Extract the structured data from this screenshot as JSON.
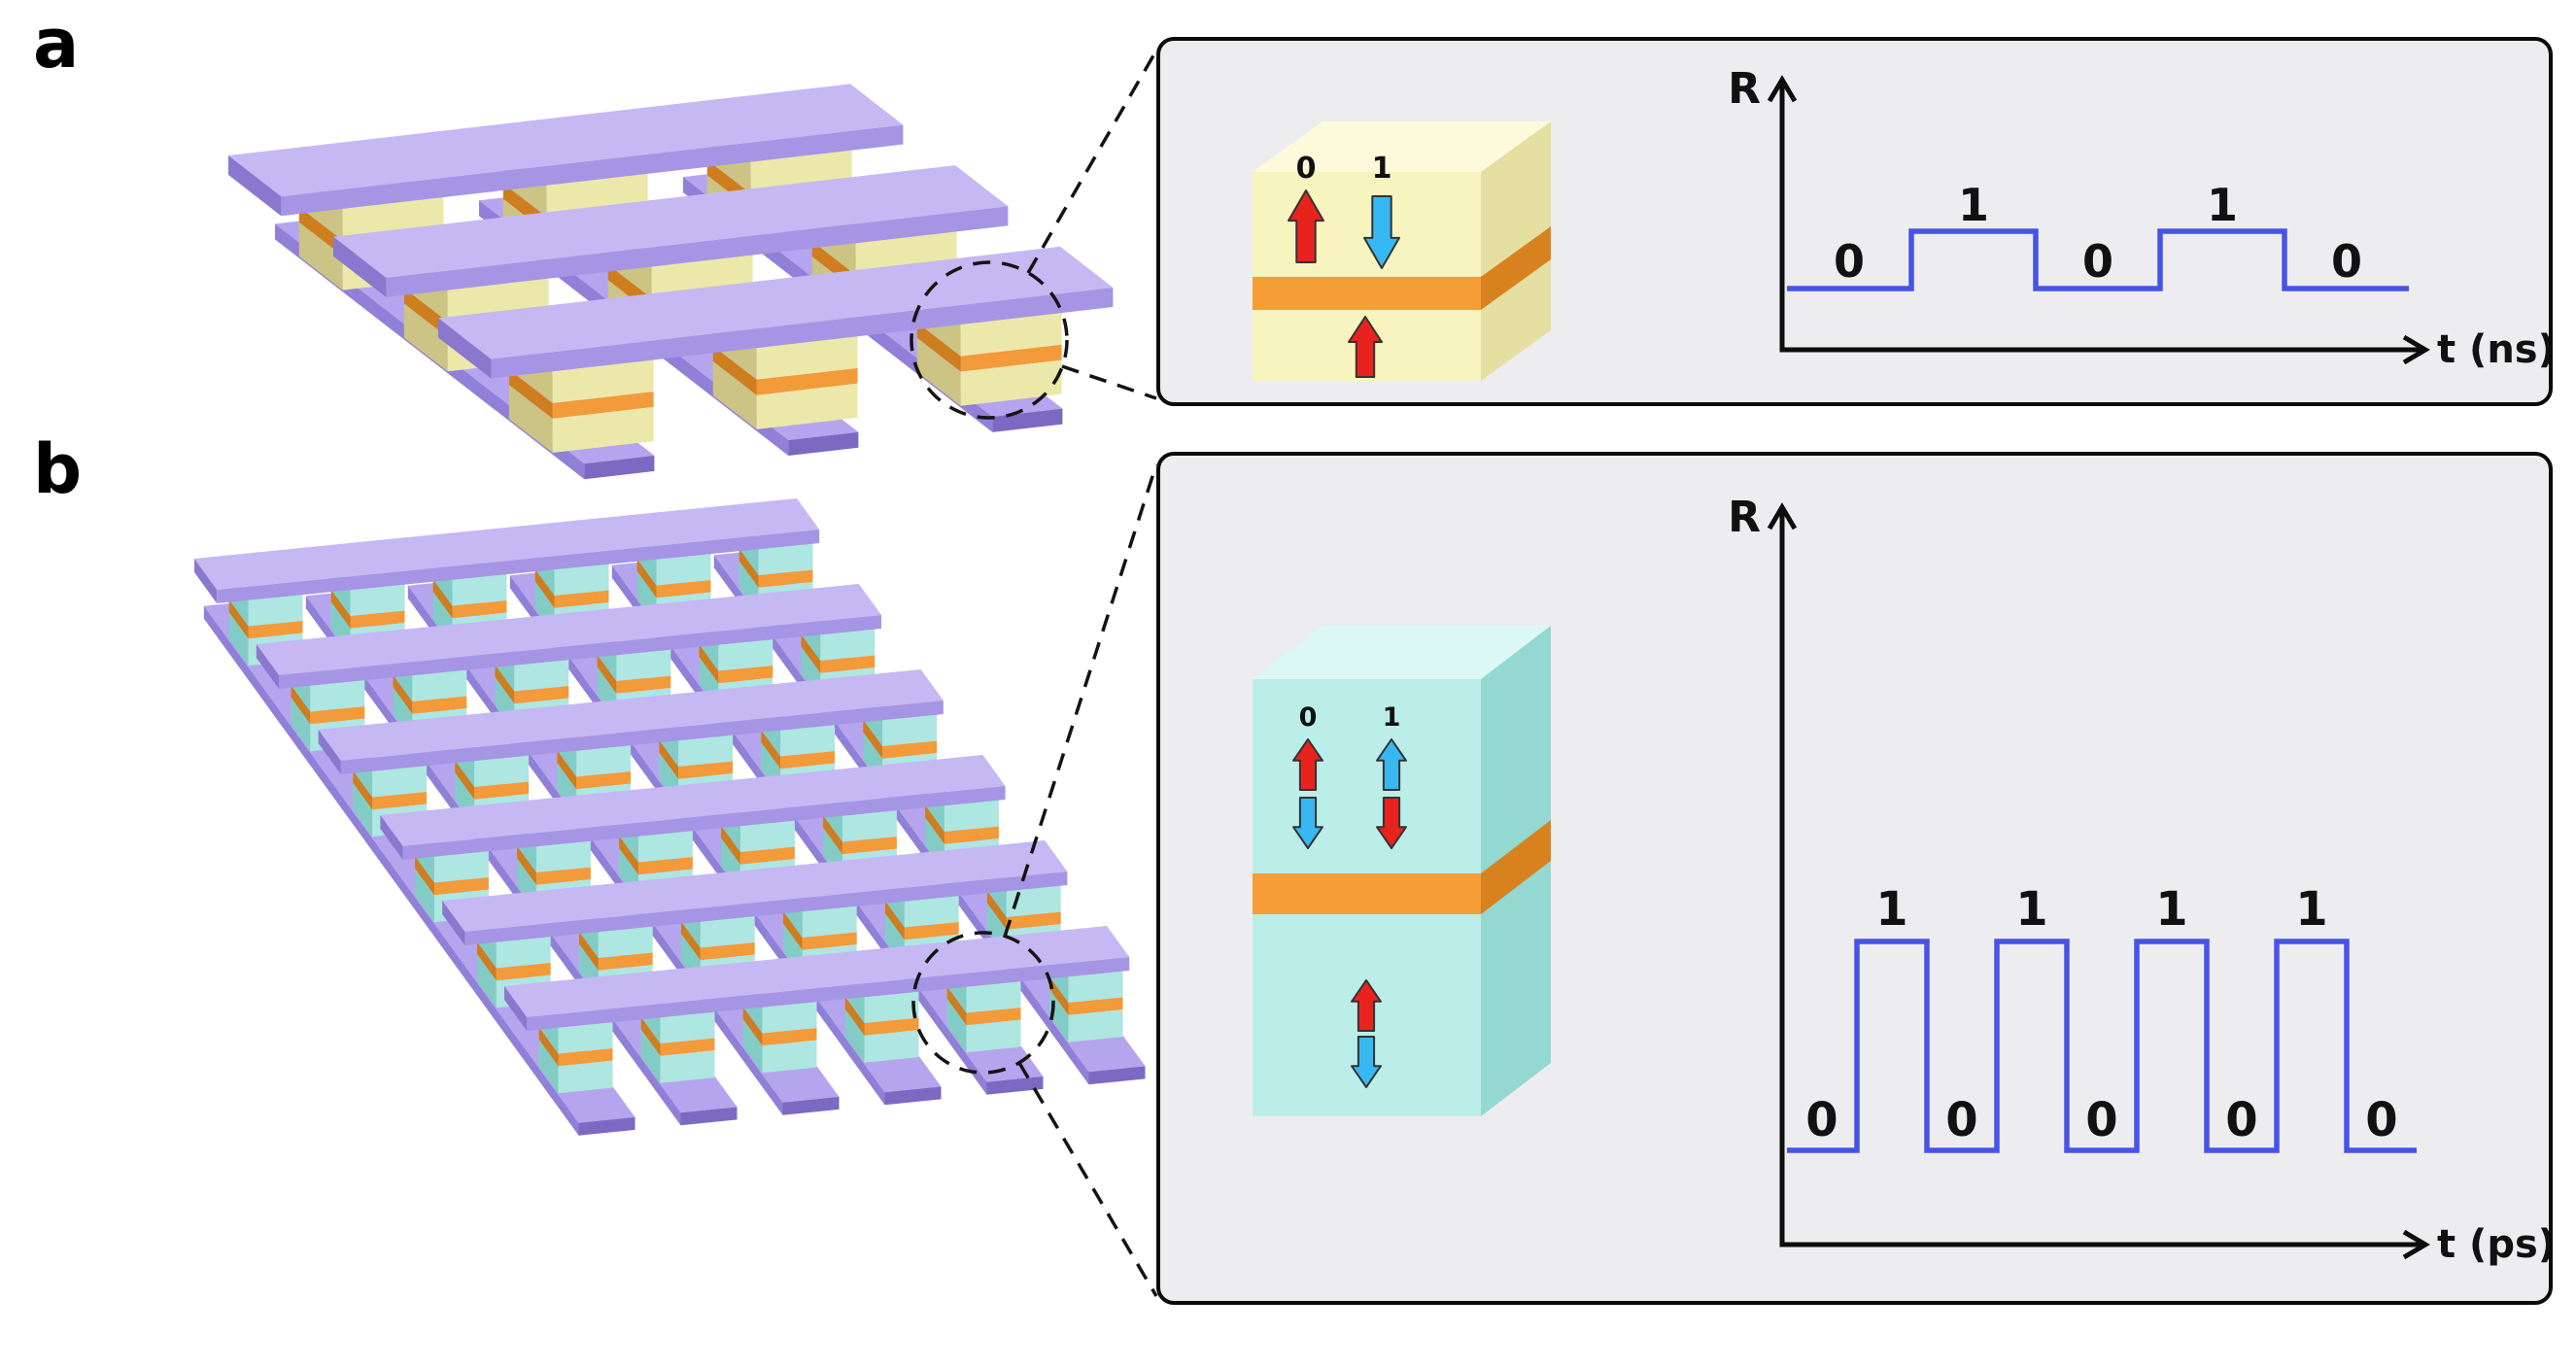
{
  "panel_a": {
    "label": "a",
    "inset": {
      "cube": {
        "state0_label": "0",
        "state1_label": "1"
      },
      "graph": {
        "y_axis_label": "R",
        "x_axis_label": "t (ns)"
      }
    }
  },
  "panel_b": {
    "label": "b",
    "inset": {
      "cube": {
        "state0_label": "0",
        "state1_label": "1"
      },
      "graph": {
        "y_axis_label": "R",
        "x_axis_label": "t (ps)"
      }
    }
  },
  "chart_data": [
    {
      "type": "line",
      "name": "panel-a-resistance-waveform",
      "y_label": "R",
      "x_label": "t (ns)",
      "sequence": [
        0,
        1,
        0,
        1,
        0
      ]
    },
    {
      "type": "line",
      "name": "panel-b-resistance-waveform",
      "y_label": "R",
      "x_label": "t (ps)",
      "sequence": [
        0,
        1,
        0,
        1,
        0,
        1,
        0,
        1,
        0
      ]
    }
  ],
  "colors": {
    "bar": {
      "top": "#c6b8f3",
      "front": "#a595e4",
      "side": "#8a78cf"
    },
    "rail": {
      "top": "#b5a5ee",
      "front": "#7c69c2",
      "side": "#9080d8"
    },
    "pillar_a": {
      "front": "#ece8aa",
      "side": "#cbc484",
      "band_front": "#f39a3a",
      "band_side": "#ce7d1f"
    },
    "pillar_b": {
      "front": "#aee6e1",
      "side": "#83ccc6",
      "band_front": "#f39a3a",
      "band_side": "#ce7d1f"
    },
    "cube_a": {
      "top": "#fcfadb",
      "front": "#f8f4bf",
      "side": "#e5e0a2"
    },
    "cube_b": {
      "top": "#dcf8f5",
      "front": "#bceee9",
      "side": "#94d8d2"
    },
    "cube_band": {
      "front": "#f59d36",
      "side": "#d8821f"
    },
    "arrow_red": "#e8231d",
    "arrow_blue": "#38b8f3",
    "arrow_outline": "#333333",
    "wave": "#4753e6",
    "axis": "#0d0d0d",
    "label_text": "#111111",
    "inset_bg": "#ededef",
    "inset_border": "#0a0a0a",
    "dash": "#141414"
  }
}
